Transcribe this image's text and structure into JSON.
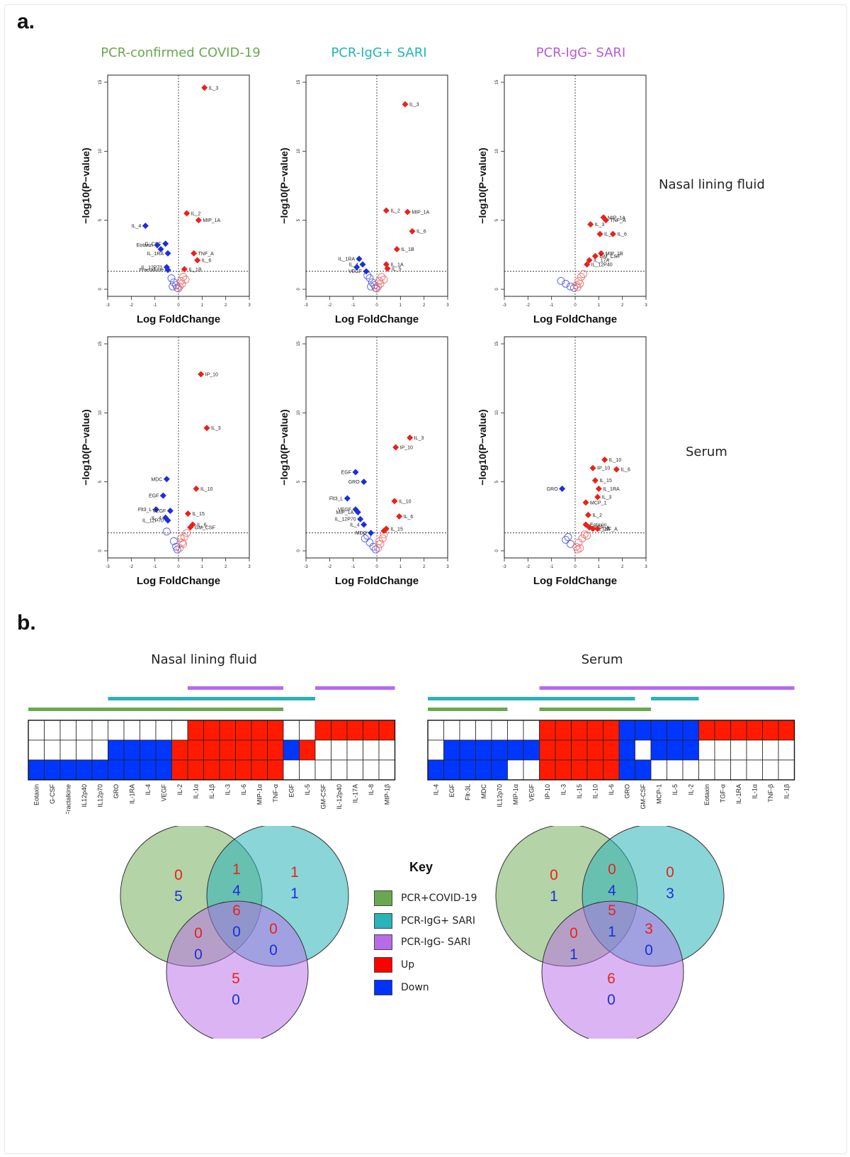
{
  "panel_a_label": "a.",
  "panel_b_label": "b.",
  "columns": [
    {
      "title": "PCR-confirmed COVID-19",
      "color": "#6aa84f"
    },
    {
      "title": "PCR-IgG+ SARI",
      "color": "#1fb6b6"
    },
    {
      "title": "PCR-IgG- SARI",
      "color": "#b45bdc"
    }
  ],
  "row_labels": [
    "Nasal lining fluid",
    "Serum"
  ],
  "colors": {
    "up": "#e8221a",
    "down": "#1a2fdb",
    "green": "#6aa84f",
    "teal": "#2ab3b8",
    "purple": "#b86be8"
  },
  "chart_data": [
    {
      "type": "scatter",
      "id": "nlf-covid",
      "xlabel": "Log FoldChange",
      "ylabel": "−log10(P−value)",
      "xlim": [
        -3,
        3
      ],
      "ylim": [
        0,
        15
      ],
      "xticks": [
        -3,
        -2,
        -1,
        0,
        1,
        2,
        3
      ],
      "yticks": [
        0,
        5,
        10,
        15
      ],
      "threshold_y": 1.3,
      "points": [
        {
          "x": 1.1,
          "y": 14.6,
          "label": "IL_3",
          "dir": "up"
        },
        {
          "x": 0.35,
          "y": 5.5,
          "label": "IL_2",
          "dir": "up"
        },
        {
          "x": 0.85,
          "y": 5.0,
          "label": "MIP_1A",
          "dir": "up"
        },
        {
          "x": 0.65,
          "y": 2.6,
          "label": "TNF_A",
          "dir": "up"
        },
        {
          "x": 0.8,
          "y": 2.1,
          "label": "IL_6",
          "dir": "up"
        },
        {
          "x": 0.25,
          "y": 1.45,
          "label": "IL_1B",
          "dir": "up"
        },
        {
          "x": -1.4,
          "y": 4.6,
          "label": "IL_4",
          "dir": "down"
        },
        {
          "x": -0.55,
          "y": 3.3,
          "label": "G_CSF",
          "dir": "down"
        },
        {
          "x": -0.9,
          "y": 3.2,
          "label": "Eotaxin",
          "dir": "down"
        },
        {
          "x": -0.75,
          "y": 2.9,
          "label": "",
          "dir": "down"
        },
        {
          "x": -0.45,
          "y": 2.6,
          "label": "IL_1RA",
          "dir": "down"
        },
        {
          "x": -0.5,
          "y": 1.6,
          "label": "IL_12P70",
          "dir": "down"
        },
        {
          "x": -0.45,
          "y": 1.4,
          "label": "Fractalkine",
          "dir": "down"
        }
      ],
      "ns": [
        [
          -0.3,
          0.8
        ],
        [
          -0.2,
          0.5
        ],
        [
          -0.1,
          0.3
        ],
        [
          -0.05,
          0.1
        ],
        [
          0.05,
          0.2
        ],
        [
          0.1,
          0.6
        ],
        [
          0.2,
          0.9
        ],
        [
          0.15,
          0.4
        ],
        [
          -0.25,
          0.2
        ],
        [
          0.3,
          0.7
        ],
        [
          0.0,
          0.05
        ]
      ]
    },
    {
      "type": "scatter",
      "id": "nlf-iggpos",
      "xlabel": "Log FoldChange",
      "ylabel": "−log10(P−value)",
      "xlim": [
        -3,
        3
      ],
      "ylim": [
        0,
        15
      ],
      "xticks": [
        -3,
        -2,
        -1,
        0,
        1,
        2,
        3
      ],
      "yticks": [
        0,
        5,
        10,
        15
      ],
      "threshold_y": 1.3,
      "points": [
        {
          "x": 1.2,
          "y": 13.4,
          "label": "IL_3",
          "dir": "up"
        },
        {
          "x": 0.4,
          "y": 5.7,
          "label": "IL_2",
          "dir": "up"
        },
        {
          "x": 1.3,
          "y": 5.6,
          "label": "MIP_1A",
          "dir": "up"
        },
        {
          "x": 1.5,
          "y": 4.2,
          "label": "IL_6",
          "dir": "up"
        },
        {
          "x": 0.85,
          "y": 2.9,
          "label": "IL_1B",
          "dir": "up"
        },
        {
          "x": 0.4,
          "y": 1.8,
          "label": "IL_1A",
          "dir": "up"
        },
        {
          "x": 0.45,
          "y": 1.5,
          "label": "IL_5",
          "dir": "up"
        },
        {
          "x": -0.75,
          "y": 2.2,
          "label": "IL_1RA",
          "dir": "down"
        },
        {
          "x": -0.6,
          "y": 1.8,
          "label": "IL_4",
          "dir": "down"
        },
        {
          "x": -0.85,
          "y": 1.6,
          "label": "",
          "dir": "down"
        },
        {
          "x": -0.45,
          "y": 1.3,
          "label": "VEGF",
          "dir": "down"
        }
      ],
      "ns": [
        [
          -0.3,
          0.8
        ],
        [
          -0.2,
          0.5
        ],
        [
          -0.1,
          0.3
        ],
        [
          -0.05,
          0.1
        ],
        [
          0.05,
          0.2
        ],
        [
          0.1,
          0.6
        ],
        [
          0.2,
          0.9
        ],
        [
          0.15,
          0.4
        ],
        [
          -0.25,
          0.2
        ],
        [
          0.3,
          0.7
        ],
        [
          0.0,
          0.05
        ],
        [
          -0.4,
          1.0
        ]
      ]
    },
    {
      "type": "scatter",
      "id": "nlf-iggneg",
      "xlabel": "Log FoldChange",
      "ylabel": "−log10(P−value)",
      "xlim": [
        -3,
        3
      ],
      "ylim": [
        0,
        15
      ],
      "xticks": [
        -3,
        -2,
        -1,
        0,
        1,
        2,
        3
      ],
      "yticks": [
        0,
        5,
        10,
        15
      ],
      "threshold_y": 1.3,
      "points": [
        {
          "x": 1.2,
          "y": 5.2,
          "label": "MIP_1A",
          "dir": "up"
        },
        {
          "x": 1.3,
          "y": 5.0,
          "label": "TNF_A",
          "dir": "up"
        },
        {
          "x": 0.65,
          "y": 4.7,
          "label": "IL_3",
          "dir": "up"
        },
        {
          "x": 1.05,
          "y": 4.0,
          "label": "IL_2",
          "dir": "up"
        },
        {
          "x": 1.6,
          "y": 4.0,
          "label": "IL_6",
          "dir": "up"
        },
        {
          "x": 1.1,
          "y": 2.6,
          "label": "MIP_1B",
          "dir": "up"
        },
        {
          "x": 0.85,
          "y": 2.4,
          "label": "GM_CSF",
          "dir": "up"
        },
        {
          "x": 0.6,
          "y": 2.1,
          "label": "IL_17A",
          "dir": "up"
        },
        {
          "x": 0.5,
          "y": 1.8,
          "label": "IL_12P40",
          "dir": "up"
        }
      ],
      "ns": [
        [
          -0.6,
          0.6
        ],
        [
          -0.4,
          0.4
        ],
        [
          -0.2,
          0.2
        ],
        [
          -0.05,
          0.1
        ],
        [
          0.05,
          0.3
        ],
        [
          0.15,
          0.6
        ],
        [
          0.25,
          0.9
        ],
        [
          0.35,
          1.1
        ],
        [
          0.2,
          0.4
        ],
        [
          0.1,
          0.15
        ]
      ]
    },
    {
      "type": "scatter",
      "id": "serum-covid",
      "xlabel": "Log FoldChange",
      "ylabel": "−log10(P−value)",
      "xlim": [
        -3,
        3
      ],
      "ylim": [
        0,
        15
      ],
      "xticks": [
        -3,
        -2,
        -1,
        0,
        1,
        2,
        3
      ],
      "yticks": [
        0,
        5,
        10,
        15
      ],
      "threshold_y": 1.3,
      "points": [
        {
          "x": 0.95,
          "y": 12.8,
          "label": "IP_10",
          "dir": "up"
        },
        {
          "x": 1.2,
          "y": 8.9,
          "label": "IL_3",
          "dir": "up"
        },
        {
          "x": 0.75,
          "y": 4.5,
          "label": "IL_10",
          "dir": "up"
        },
        {
          "x": 0.4,
          "y": 2.7,
          "label": "IL_15",
          "dir": "up"
        },
        {
          "x": 0.6,
          "y": 1.9,
          "label": "IL_6",
          "dir": "up"
        },
        {
          "x": 0.5,
          "y": 1.7,
          "label": "GM_CSF",
          "dir": "up"
        },
        {
          "x": -0.5,
          "y": 5.2,
          "label": "MDC",
          "dir": "down"
        },
        {
          "x": -0.65,
          "y": 4.0,
          "label": "EGF",
          "dir": "down"
        },
        {
          "x": -0.95,
          "y": 3.0,
          "label": "Flt3_L",
          "dir": "down"
        },
        {
          "x": -0.35,
          "y": 2.9,
          "label": "VEGF",
          "dir": "down"
        },
        {
          "x": -0.55,
          "y": 2.4,
          "label": "IL_4",
          "dir": "down"
        },
        {
          "x": -0.45,
          "y": 2.2,
          "label": "IL_12P70",
          "dir": "down"
        }
      ],
      "ns": [
        [
          -0.5,
          1.4
        ],
        [
          -0.2,
          0.7
        ],
        [
          -0.1,
          0.3
        ],
        [
          -0.05,
          0.1
        ],
        [
          0.05,
          0.2
        ],
        [
          0.15,
          0.6
        ],
        [
          0.25,
          1.0
        ],
        [
          0.35,
          1.3
        ],
        [
          0.2,
          0.5
        ],
        [
          0.1,
          0.9
        ]
      ]
    },
    {
      "type": "scatter",
      "id": "serum-iggpos",
      "xlabel": "Log FoldChange",
      "ylabel": "−log10(P−value)",
      "xlim": [
        -3,
        3
      ],
      "ylim": [
        0,
        15
      ],
      "xticks": [
        -3,
        -2,
        -1,
        0,
        1,
        2,
        3
      ],
      "yticks": [
        0,
        5,
        10,
        15
      ],
      "threshold_y": 1.3,
      "points": [
        {
          "x": 1.4,
          "y": 8.2,
          "label": "IL_3",
          "dir": "up"
        },
        {
          "x": 0.8,
          "y": 7.5,
          "label": "IP_10",
          "dir": "up"
        },
        {
          "x": 0.75,
          "y": 3.6,
          "label": "IL_10",
          "dir": "up"
        },
        {
          "x": 0.95,
          "y": 2.5,
          "label": "IL_6",
          "dir": "up"
        },
        {
          "x": 0.4,
          "y": 1.6,
          "label": "IL_15",
          "dir": "up"
        },
        {
          "x": 0.3,
          "y": 1.45,
          "label": "",
          "dir": "up"
        },
        {
          "x": -0.9,
          "y": 5.7,
          "label": "EGF",
          "dir": "down"
        },
        {
          "x": -0.55,
          "y": 5.0,
          "label": "GRO",
          "dir": "down"
        },
        {
          "x": -1.25,
          "y": 3.8,
          "label": "Flt3_L",
          "dir": "down"
        },
        {
          "x": -0.9,
          "y": 3.0,
          "label": "VEGF",
          "dir": "down"
        },
        {
          "x": -0.8,
          "y": 2.8,
          "label": "MIP_1A",
          "dir": "down"
        },
        {
          "x": -0.7,
          "y": 2.3,
          "label": "IL_12P70",
          "dir": "down"
        },
        {
          "x": -0.55,
          "y": 1.9,
          "label": "IL_4",
          "dir": "down"
        },
        {
          "x": -0.25,
          "y": 1.3,
          "label": "MDC",
          "dir": "down"
        }
      ],
      "ns": [
        [
          -0.5,
          0.9
        ],
        [
          -0.3,
          0.6
        ],
        [
          -0.15,
          0.3
        ],
        [
          -0.05,
          0.1
        ],
        [
          0.05,
          0.2
        ],
        [
          0.15,
          0.5
        ],
        [
          0.25,
          0.9
        ],
        [
          0.3,
          1.2
        ],
        [
          0.1,
          0.7
        ],
        [
          -0.4,
          1.1
        ]
      ]
    },
    {
      "type": "scatter",
      "id": "serum-iggneg",
      "xlabel": "Log FoldChange",
      "ylabel": "−log10(P−value)",
      "xlim": [
        -3,
        3
      ],
      "ylim": [
        0,
        15
      ],
      "xticks": [
        -3,
        -2,
        -1,
        0,
        1,
        2,
        3
      ],
      "yticks": [
        0,
        5,
        10,
        15
      ],
      "threshold_y": 1.3,
      "points": [
        {
          "x": 1.25,
          "y": 6.6,
          "label": "IL_10",
          "dir": "up"
        },
        {
          "x": 0.75,
          "y": 6.0,
          "label": "IP_10",
          "dir": "up"
        },
        {
          "x": 1.75,
          "y": 5.9,
          "label": "IL_6",
          "dir": "up"
        },
        {
          "x": 0.85,
          "y": 5.1,
          "label": "IL_15",
          "dir": "up"
        },
        {
          "x": 1.0,
          "y": 4.5,
          "label": "IL_1RA",
          "dir": "up"
        },
        {
          "x": 0.95,
          "y": 3.9,
          "label": "IL_3",
          "dir": "up"
        },
        {
          "x": 0.45,
          "y": 3.5,
          "label": "MCP_1",
          "dir": "up"
        },
        {
          "x": 0.55,
          "y": 2.6,
          "label": "IL_2",
          "dir": "up"
        },
        {
          "x": 0.45,
          "y": 1.9,
          "label": "Eotaxin",
          "dir": "up"
        },
        {
          "x": 0.6,
          "y": 1.7,
          "label": "TGF_A",
          "dir": "up"
        },
        {
          "x": 0.75,
          "y": 1.6,
          "label": "IL_1A",
          "dir": "up"
        },
        {
          "x": 0.95,
          "y": 1.6,
          "label": "TNF_A",
          "dir": "up"
        },
        {
          "x": -0.55,
          "y": 4.5,
          "label": "GRO",
          "dir": "down"
        }
      ],
      "ns": [
        [
          -0.3,
          1.0
        ],
        [
          -0.4,
          0.8
        ],
        [
          -0.2,
          0.5
        ],
        [
          0.05,
          0.3
        ],
        [
          0.15,
          0.6
        ],
        [
          0.3,
          0.9
        ],
        [
          0.4,
          1.2
        ],
        [
          0.2,
          0.2
        ],
        [
          0.1,
          0.1
        ],
        [
          0.5,
          1.1
        ]
      ]
    }
  ],
  "heatmaps": [
    {
      "id": "nlf",
      "title": "Nasal lining fluid",
      "labels": [
        "Eotaxin",
        "G-CSF",
        "Fractalkine",
        "IL12p40",
        "IL12p70",
        "GRO",
        "IL-1RA",
        "IL-4",
        "VEGF",
        "IL-2",
        "IL-1α",
        "IL-1β",
        "IL-3",
        "IL-6",
        "MIP-1α",
        "TNF-α",
        "EGF",
        "IL-5",
        "GM-CSF",
        "IL-12p40",
        "IL-17A",
        "IL-8",
        "MIP-1β"
      ],
      "rows": [
        [
          "w",
          "w",
          "w",
          "w",
          "w",
          "w",
          "w",
          "w",
          "w",
          "w",
          "u",
          "u",
          "u",
          "u",
          "u",
          "u",
          "w",
          "w",
          "u",
          "u",
          "u",
          "u",
          "u"
        ],
        [
          "w",
          "w",
          "w",
          "w",
          "w",
          "d",
          "d",
          "d",
          "d",
          "u",
          "u",
          "u",
          "u",
          "u",
          "u",
          "u",
          "d",
          "u",
          "w",
          "w",
          "w",
          "w",
          "w"
        ],
        [
          "d",
          "d",
          "d",
          "d",
          "d",
          "d",
          "d",
          "d",
          "d",
          "u",
          "u",
          "u",
          "u",
          "u",
          "u",
          "u",
          "w",
          "w",
          "w",
          "w",
          "w",
          "w",
          "w"
        ]
      ],
      "bars": [
        {
          "color": "purple",
          "from": 10,
          "to": 16
        },
        {
          "color": "purple",
          "from": 18,
          "to": 23
        },
        {
          "color": "teal",
          "from": 5,
          "to": 18
        },
        {
          "color": "green",
          "from": 0,
          "to": 16
        }
      ],
      "venn": {
        "A_up": "0",
        "A_down": "5",
        "B_up": "1",
        "B_down": "1",
        "C_up": "5",
        "C_down": "0",
        "AB_up": "1",
        "AB_down": "4",
        "AC_up": "0",
        "AC_down": "0",
        "BC_up": "0",
        "BC_down": "0",
        "ABC_up": "6",
        "ABC_down": "0"
      }
    },
    {
      "id": "serum",
      "title": "Serum",
      "labels": [
        "IL-4",
        "EGF",
        "Flt-3L",
        "MDC",
        "IL12p70",
        "MIP-1α",
        "VEGF",
        "IP-10",
        "IL-3",
        "IL-15",
        "IL-10",
        "IL-6",
        "GRO",
        "GM-CSF",
        "MCP-1",
        "IL-5",
        "IL-2",
        "Eotaxin",
        "TGF-α",
        "IL-1RA",
        "IL-1α",
        "TNF-β",
        "IL-1β"
      ],
      "rows": [
        [
          "w",
          "w",
          "w",
          "w",
          "w",
          "w",
          "w",
          "u",
          "u",
          "u",
          "u",
          "u",
          "d",
          "d",
          "d",
          "d",
          "d",
          "u",
          "u",
          "u",
          "u",
          "u",
          "u"
        ],
        [
          "w",
          "d",
          "d",
          "d",
          "d",
          "d",
          "d",
          "u",
          "u",
          "u",
          "u",
          "u",
          "d",
          "w",
          "d",
          "d",
          "d",
          "w",
          "w",
          "w",
          "w",
          "w",
          "w"
        ],
        [
          "d",
          "d",
          "d",
          "d",
          "d",
          "w",
          "w",
          "u",
          "u",
          "u",
          "u",
          "u",
          "d",
          "d",
          "w",
          "w",
          "w",
          "w",
          "w",
          "w",
          "w",
          "w",
          "w"
        ]
      ],
      "bars": [
        {
          "color": "purple",
          "from": 7,
          "to": 23
        },
        {
          "color": "teal",
          "from": 0,
          "to": 13
        },
        {
          "color": "teal",
          "from": 14,
          "to": 17
        },
        {
          "color": "green",
          "from": 0,
          "to": 5
        },
        {
          "color": "green",
          "from": 7,
          "to": 14
        }
      ],
      "venn": {
        "A_up": "0",
        "A_down": "1",
        "B_up": "0",
        "B_down": "3",
        "C_up": "6",
        "C_down": "0",
        "AB_up": "0",
        "AB_down": "4",
        "AC_up": "0",
        "AC_down": "1",
        "BC_up": "3",
        "BC_down": "0",
        "ABC_up": "5",
        "ABC_down": "1"
      }
    }
  ],
  "key": {
    "title": "Key",
    "items": [
      {
        "label": "PCR+COVID-19",
        "color": "#6aa84f"
      },
      {
        "label": "PCR-IgG+ SARI",
        "color": "#2ab3b8"
      },
      {
        "label": "PCR-IgG- SARI",
        "color": "#b86be8"
      },
      {
        "label": "Up",
        "color": "#ff0000"
      },
      {
        "label": "Down",
        "color": "#0033ff"
      }
    ]
  }
}
